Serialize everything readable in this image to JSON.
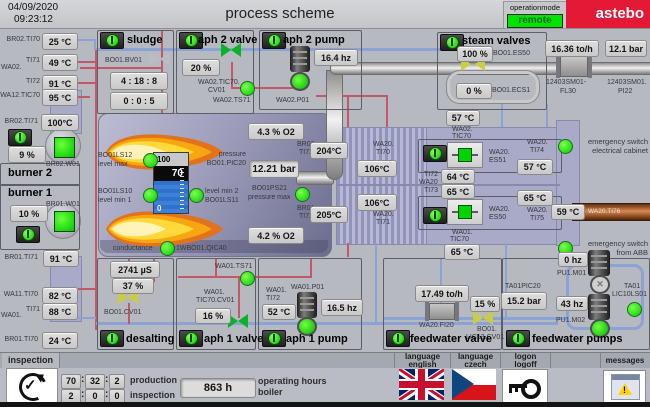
{
  "header": {
    "date": "04/09/2020",
    "time": "09:23:12",
    "title": "process scheme",
    "mode_label": "operationmode",
    "mode_value": "remote",
    "brand": "astebo"
  },
  "left": {
    "br02_ti70_l": "BR02.TI70",
    "br02_ti70": "25 °C",
    "wa02_l": "WA02.",
    "ti71_l": "TI71",
    "ti71": "49 °C",
    "ti72_l": "TI72",
    "ti72": "91 °C",
    "wa12_l": "WA12.TIC70",
    "wa12": "95 °C",
    "br02_ti71_l": "BR02.TI71",
    "br02_ti71": "100°C",
    "wa11_l": "WA11.TI70",
    "wa11": "82 °C",
    "wa01_l": "WA01.",
    "wa01_ti71_l": "TI71",
    "wa01_ti71": "88 °C",
    "br01_ti70_l": "BR01.TI70",
    "br01_ti70": "24 °C",
    "br01_ti71_l": "BR01.TI71",
    "br01_ti71": "91 °C"
  },
  "burner2": {
    "title": "burner 2",
    "power": "9 %",
    "w_l": "BR02.W01"
  },
  "burner1": {
    "title": "burner 1",
    "power": "10 %",
    "w_l": "BR01.W01"
  },
  "sludge": {
    "title": "sludge",
    "bv_l": "BO01.BV01",
    "t1": "4 : 18 : 8",
    "t2": "0 : 0 : 5"
  },
  "aph2_valve": {
    "title": "aph 2 valve",
    "pct": "20 %",
    "cv_l1": "WA02.TIC70.",
    "cv_l2": "CV01",
    "ts_l": "WA02.TS71"
  },
  "aph2_pump": {
    "title": "aph 2 pump",
    "hz": "16.4 hz",
    "p_l": "WA02.P01"
  },
  "steam": {
    "title": "steam valves",
    "es50_pct": "100 %",
    "es50_l": "BO01.ES50",
    "ecs1_pct": "0 %",
    "ecs1_l": "BO01.ECS1",
    "flow": "16.36 to/h",
    "flow_l1": "12403SM01-",
    "flow_l2": "FL30",
    "press": "12.1 bar",
    "press_l1": "12403SM01.",
    "press_l2": "PI22"
  },
  "boiler": {
    "o2_top": "4.3 % O2",
    "o2_bot": "4.2 % O2",
    "ls12_l1": "BO01LS12",
    "ls12_l2": "level max",
    "ls10_l1": "BO01LS10",
    "ls10_l2": "level min 1",
    "ls11_l1": "level min 2",
    "ls11_l2": "BO01LS11",
    "press_l1": "pressure",
    "press_l2": "BO01.PIC20",
    "press": "12.21 bar",
    "ps21_l1": "BO01PS21",
    "ps21_l2": "pressure max",
    "t_top_l1": "BR02.",
    "t_top_l2": "TI72",
    "t_top": "204°C",
    "t_bot_l1": "BR01.",
    "t_bot_l2": "TI72",
    "t_bot": "205°C",
    "cond_l": "conductance",
    "cond_tag": "1WBO01.QIC40",
    "gauge_max": "100",
    "gauge_val": "70",
    "gauge_min": "0"
  },
  "hx": {
    "wa02_tic70": "57 °C",
    "wa02_l1": "WA02.",
    "wa02_l2": "TIC70",
    "ti70_l1": "WA20.",
    "ti70_l2": "TI70",
    "ti70": "106°C",
    "es51_l1": "WA20.",
    "es51_l2": "ES51",
    "ti72_l": "TI72",
    "wa20_l": "WA20",
    "ti73_l": "TI73",
    "ti72": "64 °C",
    "ti73": "65 °C",
    "ti71": "106°C",
    "ti71_l1": "WA20.",
    "ti71_l2": "TI71",
    "es50_l1": "WA20.",
    "es50_l2": "ES50",
    "ti74_l1": "WA20.",
    "ti74_l2": "TI74",
    "ti74": "57 °C",
    "ti75": "65 °C",
    "ti75_l1": "WA20.",
    "ti75_l2": "TI75",
    "wa01_l1": "WA01.",
    "wa01_l2": "TIC70",
    "wa01": "65 °C"
  },
  "right": {
    "em1_l1": "emergency switch",
    "em1_l2": "electrical cabinet",
    "ti76": "59 °C",
    "ti76_l": "WA20.TI76",
    "em2_l1": "emergency switch",
    "em2_l2": "from ABB"
  },
  "desalting": {
    "title": "desalting",
    "us": "2741 µS",
    "pct": "37 %",
    "cv_l": "BO01.CV01"
  },
  "aph1_valve": {
    "title": "aph 1 valve",
    "ts_l": "WA01.TS71",
    "cv_l1": "WA01.",
    "cv_l2": "TIC70.CV01",
    "pct": "16 %"
  },
  "aph1_pump": {
    "title": "aph 1 pump",
    "p_l": "WA01.P01",
    "hz": "16.5 hz",
    "ti72_l1": "WA01.",
    "ti72_l2": "TI72",
    "ti72": "52 °C"
  },
  "fw_valve": {
    "title": "feedwater valve",
    "flow": "17.49 to/h",
    "fi_l": "WA20.FI20",
    "pct": "15 %",
    "cv_l1": "BO01.",
    "cv_l2": "LIC13.CV01"
  },
  "fw_pumps": {
    "title": "feedwater pumps",
    "pic_l": "TA01PIC20",
    "press": "15.2 bar",
    "m1_hz": "0 hz",
    "m1_l": "PU1.M01",
    "m2_hz": "43 hz",
    "m2_l": "PU1.M02",
    "ls_l1": "TA01",
    "ls_l2": "LIC10LS01"
  },
  "tabs": {
    "inspection": "inspection",
    "en1": "language",
    "en2": "english",
    "cz1": "language",
    "cz2": "czech",
    "lg1": "logon",
    "lg2": "logoff",
    "msg": "messages"
  },
  "status": {
    "p1": "70",
    "p2": "32",
    "p3": "2",
    "prod": "production",
    "i1": "2",
    "i2": "0",
    "i3": "0",
    "insp": "inspection",
    "sep": ":",
    "hours": "863 h",
    "oh1": "operating hours",
    "oh2": "boiler"
  },
  "colors": {
    "accent_green": "#00d400",
    "alarm_red": "#e41936",
    "pipe_red": "#c2596b",
    "pipe_blue": "#8ba3d4",
    "lavender": "#a8aac8"
  }
}
